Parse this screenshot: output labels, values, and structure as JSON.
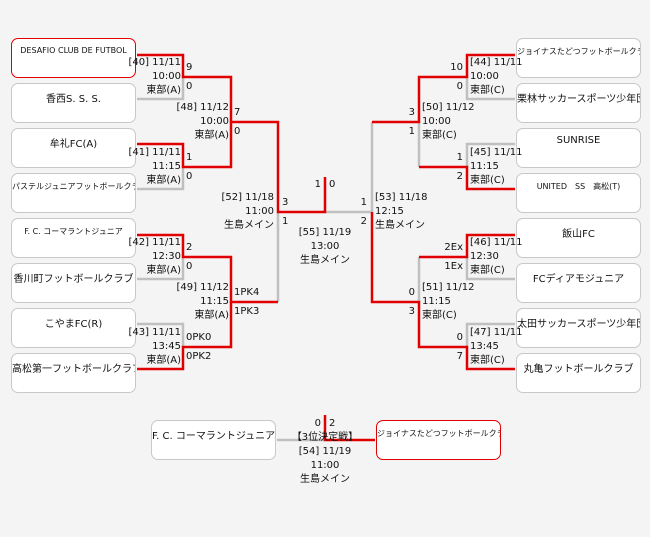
{
  "teams_left": [
    {
      "name": "DESAFIO CLUB DE FUTBOL",
      "winner": true
    },
    {
      "name": "香西S. S. S.",
      "winner": false
    },
    {
      "name": "牟礼FC(A)",
      "winner": false
    },
    {
      "name": "パステルジュニアフットボールクラブ",
      "winner": false
    },
    {
      "name": "F. C. コーマラントジュニア",
      "winner": false
    },
    {
      "name": "香川町フットボールクラブ",
      "winner": false
    },
    {
      "name": "こやまFC(R)",
      "winner": false
    },
    {
      "name": "高松第一フットボールクラブ",
      "winner": false
    }
  ],
  "teams_right": [
    {
      "name": "ジョイナスたどつフットボールクラブ(K)",
      "winner": false
    },
    {
      "name": "栗林サッカースポーツ少年団",
      "winner": false
    },
    {
      "name": "SUNRISE",
      "winner": false
    },
    {
      "name": "UNITED　SS　高松(T)",
      "winner": false
    },
    {
      "name": "飯山FC",
      "winner": false
    },
    {
      "name": "FCディアモジュニア",
      "winner": false
    },
    {
      "name": "太田サッカースポーツ少年団",
      "winner": false
    },
    {
      "name": "丸亀フットボールクラブ",
      "winner": false
    }
  ],
  "matches": {
    "m40": {
      "no": "[40] 11/11",
      "time": "10:00",
      "venue": "東部(A)",
      "score_top": "9",
      "score_bottom": "0"
    },
    "m41": {
      "no": "[41] 11/11",
      "time": "11:15",
      "venue": "東部(A)",
      "score_top": "1",
      "score_bottom": "0"
    },
    "m42": {
      "no": "[42] 11/11",
      "time": "12:30",
      "venue": "東部(A)",
      "score_top": "2",
      "score_bottom": "0"
    },
    "m43": {
      "no": "[43] 11/11",
      "time": "13:45",
      "venue": "東部(A)",
      "score_top": "0PK0",
      "score_bottom": "0PK2"
    },
    "m48": {
      "no": "[48] 11/12",
      "time": "10:00",
      "venue": "東部(A)",
      "score_top": "7",
      "score_bottom": "0"
    },
    "m49": {
      "no": "[49] 11/12",
      "time": "11:15",
      "venue": "東部(A)",
      "score_top": "1PK4",
      "score_bottom": "1PK3"
    },
    "m44": {
      "no": "[44] 11/11",
      "time": "10:00",
      "venue": "東部(C)",
      "score_top": "10",
      "score_bottom": "0"
    },
    "m45": {
      "no": "[45] 11/11",
      "time": "11:15",
      "venue": "東部(C)",
      "score_top": "1",
      "score_bottom": "2"
    },
    "m46": {
      "no": "[46] 11/11",
      "time": "12:30",
      "venue": "東部(C)",
      "score_top": "2Ex",
      "score_bottom": "1Ex"
    },
    "m47": {
      "no": "[47] 11/11",
      "time": "13:45",
      "venue": "東部(C)",
      "score_top": "0",
      "score_bottom": "7"
    },
    "m50": {
      "no": "[50] 11/12",
      "time": "10:00",
      "venue": "東部(C)",
      "score_top": "3",
      "score_bottom": "1"
    },
    "m51": {
      "no": "[51] 11/12",
      "time": "11:15",
      "venue": "東部(C)",
      "score_top": "0",
      "score_bottom": "3"
    },
    "m52": {
      "no": "[52] 11/18",
      "time": "11:00",
      "venue": "生島メイン",
      "score_top": "3",
      "score_bottom": "1"
    },
    "m53": {
      "no": "[53] 11/18",
      "time": "12:15",
      "venue": "生島メイン",
      "score_top": "1",
      "score_bottom": "2"
    },
    "m55": {
      "no": "[55] 11/19",
      "time": "13:00",
      "venue": "生島メイン",
      "score_left": "1",
      "score_right": "0"
    }
  },
  "third_place": {
    "title": "【3位決定戦】",
    "no": "[54] 11/19",
    "time": "11:00",
    "venue": "生島メイン",
    "team_left": "F. C. コーマラントジュニア",
    "team_right": "ジョイナスたどつフットボールクラブ(K)",
    "score_left": "0",
    "score_right": "2"
  },
  "colors": {
    "win_line": "#e00000",
    "line": "#c0c0c0"
  }
}
